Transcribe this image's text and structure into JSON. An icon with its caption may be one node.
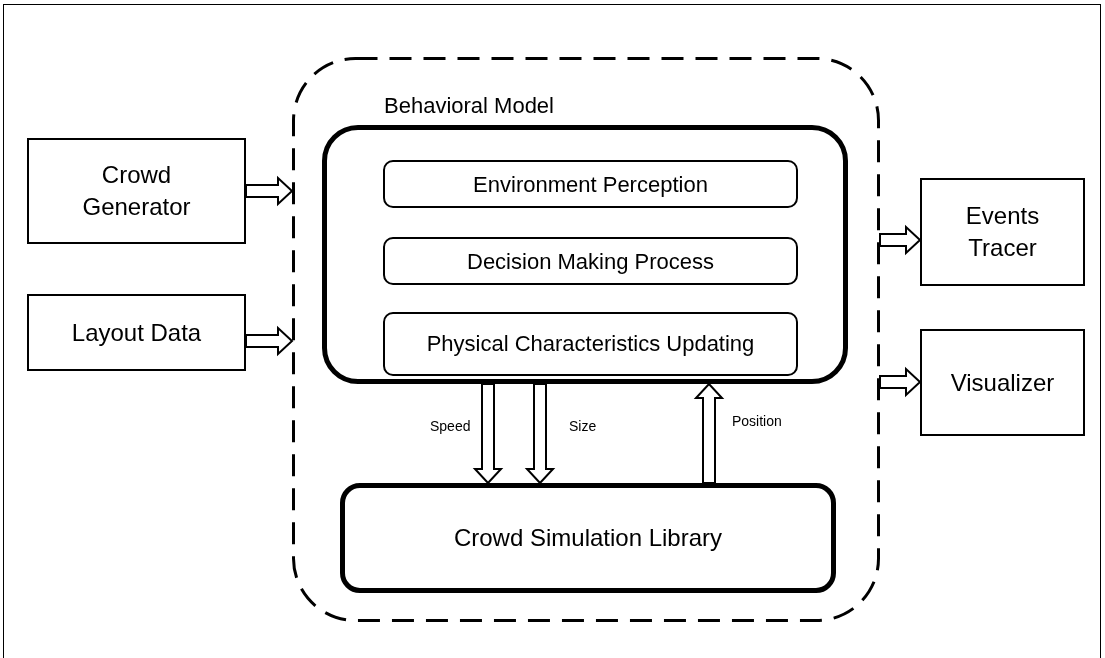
{
  "diagram": {
    "nodes": [
      {
        "text": [
          "Crowd Generator"
        ]
      },
      {
        "text": [
          "Layout Data"
        ]
      },
      {
        "text": [
          "Behavioral Model"
        ]
      },
      {
        "text": [],
        "shape": "box",
        "in": 2
      },
      {
        "text": [
          "Environment Perception"
        ],
        "in": 3
      },
      {
        "text": [
          "Decision Making Process"
        ],
        "in": 3
      },
      {
        "text": [
          "Physical Characteristics Updating"
        ],
        "in": 3
      },
      {
        "text": [
          "Crowd Simulation Library"
        ],
        "in": 2
      },
      {
        "text": [
          "Events Tracer"
        ]
      },
      {
        "text": [
          "Visualizer"
        ]
      }
    ],
    "edges": [
      {
        "from": 0,
        "to": 2,
        "arrow": "to"
      },
      {
        "from": 1,
        "to": 2,
        "arrow": "to"
      },
      {
        "from": 3,
        "to": 7,
        "arrow": "to",
        "label": "Speed"
      },
      {
        "from": 3,
        "to": 7,
        "arrow": "to",
        "label": "Size"
      },
      {
        "from": 7,
        "to": 3,
        "arrow": "to",
        "label": "Position"
      },
      {
        "from": 2,
        "to": 8,
        "arrow": "to"
      },
      {
        "from": 2,
        "to": 9,
        "arrow": "to"
      }
    ]
  }
}
